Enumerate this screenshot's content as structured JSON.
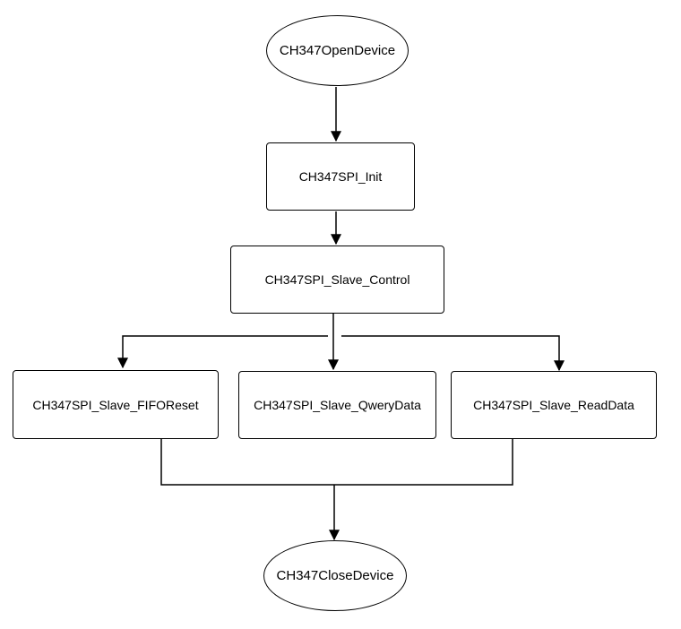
{
  "nodes": {
    "open_device": "CH347OpenDevice",
    "spi_init": "CH347SPI_Init",
    "slave_control": "CH347SPI_Slave_Control",
    "fifo_reset": "CH347SPI_Slave_FIFOReset",
    "qwery_data": "CH347SPI_Slave_QweryData",
    "read_data": "CH347SPI_Slave_ReadData",
    "close_device": "CH347CloseDevice"
  },
  "colors": {
    "stroke": "#000000",
    "fill": "#ffffff",
    "text": "#000000"
  }
}
